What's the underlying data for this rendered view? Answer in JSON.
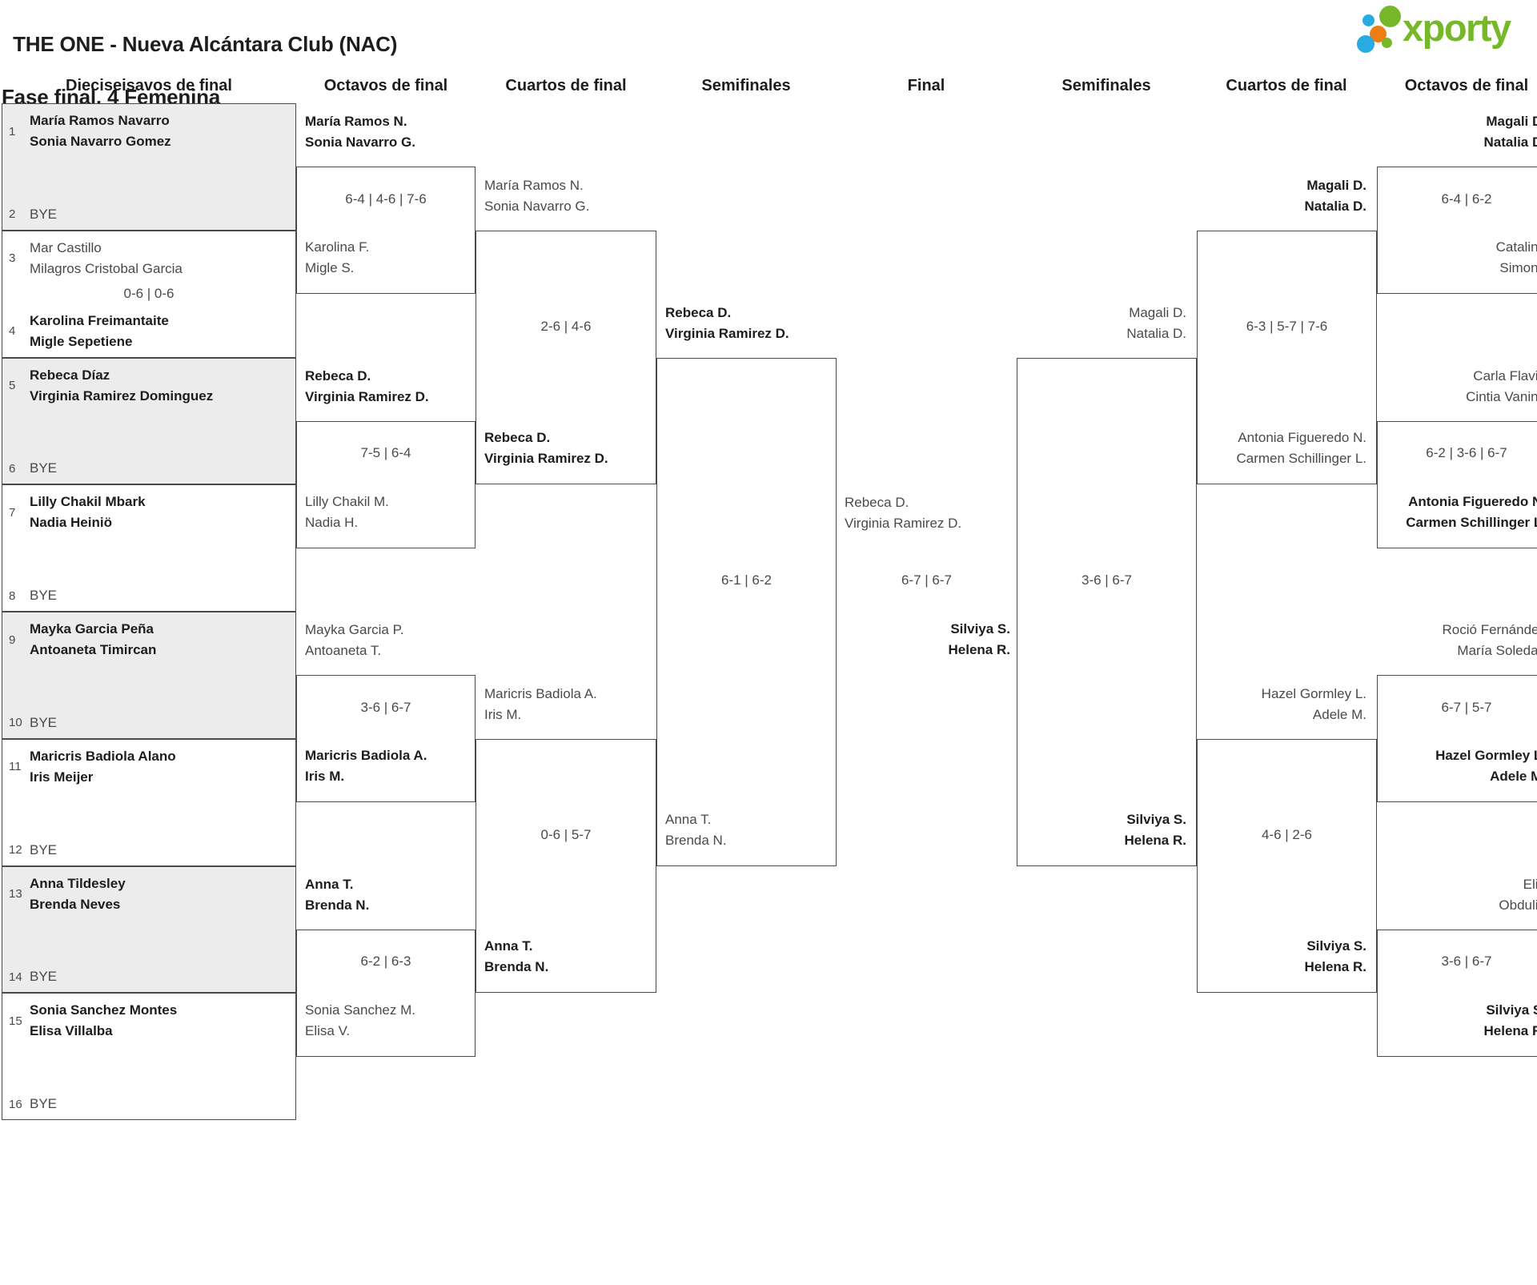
{
  "header": {
    "title_line1": "THE ONE - Nueva Alcántara Club (NAC)",
    "title_line2": "Fase final. 4 Femenina"
  },
  "logo": {
    "brand": "xporty",
    "colors": {
      "green": "#76b82a",
      "blue": "#29abe2",
      "orange": "#f07d12"
    }
  },
  "rounds": [
    {
      "label": "Dieciseisavos de final"
    },
    {
      "label": "Octavos de final"
    },
    {
      "label": "Cuartos de final"
    },
    {
      "label": "Semifinales"
    },
    {
      "label": "Final"
    },
    {
      "label": "Semifinales"
    },
    {
      "label": "Cuartos de final"
    },
    {
      "label": "Octavos de final"
    }
  ],
  "bracket": {
    "round1": [
      {
        "seed_top": "1",
        "team_top": [
          "María Ramos Navarro",
          "Sonia Navarro Gomez"
        ],
        "score": "",
        "seed_bottom": "2",
        "team_bottom": [
          "BYE",
          ""
        ],
        "winner": "top"
      },
      {
        "seed_top": "3",
        "team_top": [
          "Mar Castillo",
          "Milagros Cristobal Garcia"
        ],
        "score": "0-6 | 0-6",
        "seed_bottom": "4",
        "team_bottom": [
          "Karolina Freimantaite",
          "Migle Sepetiene"
        ],
        "winner": "bottom"
      },
      {
        "seed_top": "5",
        "team_top": [
          "Rebeca Díaz",
          "Virginia Ramirez Dominguez"
        ],
        "score": "",
        "seed_bottom": "6",
        "team_bottom": [
          "BYE",
          ""
        ],
        "winner": "top"
      },
      {
        "seed_top": "7",
        "team_top": [
          "Lilly Chakil Mbark",
          "Nadia Heiniö"
        ],
        "score": "",
        "seed_bottom": "8",
        "team_bottom": [
          "BYE",
          ""
        ],
        "winner": "top"
      },
      {
        "seed_top": "9",
        "team_top": [
          "Mayka Garcia Peña",
          "Antoaneta Timircan"
        ],
        "score": "",
        "seed_bottom": "10",
        "team_bottom": [
          "BYE",
          ""
        ],
        "winner": "top"
      },
      {
        "seed_top": "11",
        "team_top": [
          "Maricris Badiola Alano",
          "Iris Meijer"
        ],
        "score": "",
        "seed_bottom": "12",
        "team_bottom": [
          "BYE",
          ""
        ],
        "winner": "top"
      },
      {
        "seed_top": "13",
        "team_top": [
          "Anna Tildesley",
          "Brenda Neves"
        ],
        "score": "",
        "seed_bottom": "14",
        "team_bottom": [
          "BYE",
          ""
        ],
        "winner": "top"
      },
      {
        "seed_top": "15",
        "team_top": [
          "Sonia Sanchez Montes",
          "Elisa Villalba"
        ],
        "score": "",
        "seed_bottom": "16",
        "team_bottom": [
          "BYE",
          ""
        ],
        "winner": "top"
      }
    ],
    "octavos_left": [
      {
        "team_top": [
          "María Ramos N.",
          "Sonia Navarro G."
        ],
        "score": "6-4 | 4-6 | 7-6",
        "team_bottom": [
          "Karolina F.",
          "Migle S."
        ],
        "winner": "top"
      },
      {
        "team_top": [
          "Rebeca D.",
          "Virginia Ramirez D."
        ],
        "score": "7-5 | 6-4",
        "team_bottom": [
          "Lilly Chakil M.",
          "Nadia H."
        ],
        "winner": "top"
      },
      {
        "team_top": [
          "Mayka Garcia P.",
          "Antoaneta T."
        ],
        "score": "3-6 | 6-7",
        "team_bottom": [
          "Maricris Badiola A.",
          "Iris M."
        ],
        "winner": "bottom"
      },
      {
        "team_top": [
          "Anna T.",
          "Brenda N."
        ],
        "score": "6-2 | 6-3",
        "team_bottom": [
          "Sonia Sanchez M.",
          "Elisa V."
        ],
        "winner": "top"
      }
    ],
    "cuartos_left": [
      {
        "team_top": [
          "María Ramos N.",
          "Sonia Navarro G."
        ],
        "score": "2-6 | 4-6",
        "team_bottom": [
          "Rebeca D.",
          "Virginia Ramirez D."
        ],
        "winner": "bottom"
      },
      {
        "team_top": [
          "Maricris Badiola A.",
          "Iris M."
        ],
        "score": "0-6 | 5-7",
        "team_bottom": [
          "Anna T.",
          "Brenda N."
        ],
        "winner": "bottom"
      }
    ],
    "semifinal_left": {
      "team_top": [
        "Rebeca D.",
        "Virginia Ramirez D."
      ],
      "score": "6-1 | 6-2",
      "team_bottom": [
        "Anna T.",
        "Brenda N."
      ],
      "winner": "top"
    },
    "final": {
      "team_left": [
        "Rebeca D.",
        "Virginia Ramirez D."
      ],
      "score": "6-7 | 6-7",
      "team_right": [
        "Silviya S.",
        "Helena R."
      ],
      "winner": "right"
    },
    "semifinal_right": {
      "team_top": [
        "Magali D.",
        "Natalia D."
      ],
      "score": "3-6 | 6-7",
      "team_bottom": [
        "Silviya S.",
        "Helena R."
      ],
      "winner": "bottom"
    },
    "cuartos_right": [
      {
        "team_top": [
          "Magali D.",
          "Natalia D."
        ],
        "score": "6-3 | 5-7 | 7-6",
        "team_bottom": [
          "Antonia Figueredo N.",
          "Carmen Schillinger L."
        ],
        "winner": "top"
      },
      {
        "team_top": [
          "Hazel Gormley L.",
          "Adele M."
        ],
        "score": "4-6 | 2-6",
        "team_bottom": [
          "Silviya S.",
          "Helena R."
        ],
        "winner": "bottom"
      }
    ],
    "octavos_right": [
      {
        "team_top": [
          "Magali D.",
          "Natalia D."
        ],
        "score": "6-4 | 6-2",
        "team_bottom": [
          "Catalina",
          "Simone"
        ],
        "winner": "top"
      },
      {
        "team_top": [
          "Carla Flavia",
          "Cintia Vanina"
        ],
        "score": "6-2 | 3-6 | 6-7",
        "team_bottom": [
          "Antonia Figueredo N.",
          "Carmen Schillinger L."
        ],
        "winner": "bottom"
      },
      {
        "team_top": [
          "Roció Fernández",
          "María Soledad"
        ],
        "score": "6-7 | 5-7",
        "team_bottom": [
          "Hazel Gormley L.",
          "Adele M."
        ],
        "winner": "bottom"
      },
      {
        "team_top": [
          "Elin",
          "Obdulia"
        ],
        "score": "3-6 | 6-7",
        "team_bottom": [
          "Silviya S.",
          "Helena R."
        ],
        "winner": "bottom"
      }
    ]
  }
}
